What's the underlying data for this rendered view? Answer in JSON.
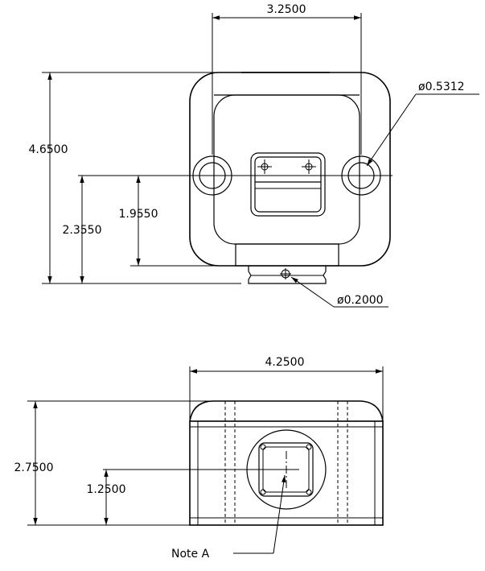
{
  "top_view": {
    "dim_width": "3.2500",
    "dim_height_total": "4.6500",
    "dim_hole_height": "2.3550",
    "dim_flat_height": "1.9550",
    "dim_hole_diameter": "ø0.5312",
    "dim_small_diameter": "ø0.2000"
  },
  "bottom_view": {
    "dim_width": "4.2500",
    "dim_height_total": "2.7500",
    "dim_center_height": "1.2500",
    "note_label": "Note A"
  }
}
